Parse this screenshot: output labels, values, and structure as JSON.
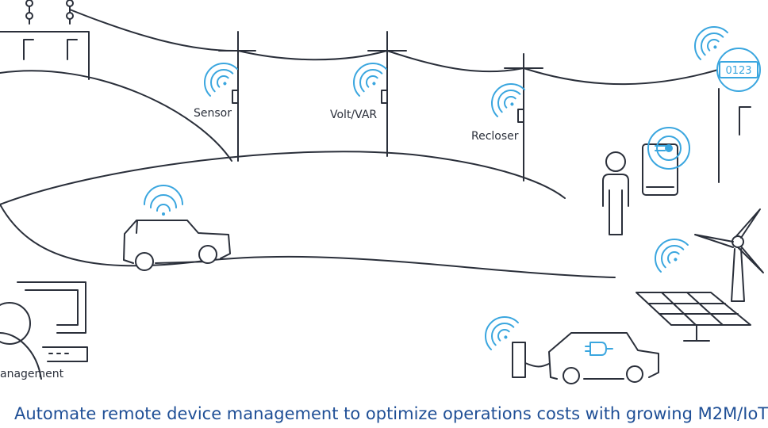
{
  "labels": {
    "sensor": "Sensor",
    "volt_var": "Volt/VAR",
    "recloser": "Recloser",
    "management": "anagement"
  },
  "meter_display": "0123",
  "caption": "Automate remote device management to optimize operations costs with growing M2M/IoT",
  "colors": {
    "line": "#2a2f3a",
    "signal": "#3aa6df",
    "caption": "#1f4f96"
  },
  "icons": [
    "wifi-signal-icon",
    "smart-meter-icon",
    "tablet-icon",
    "person-icon",
    "car-icon",
    "electric-car-icon",
    "wind-turbine-icon",
    "solar-panel-icon",
    "computer-monitor-icon",
    "charging-station-icon",
    "transmission-tower-icon",
    "utility-pole-icon"
  ]
}
